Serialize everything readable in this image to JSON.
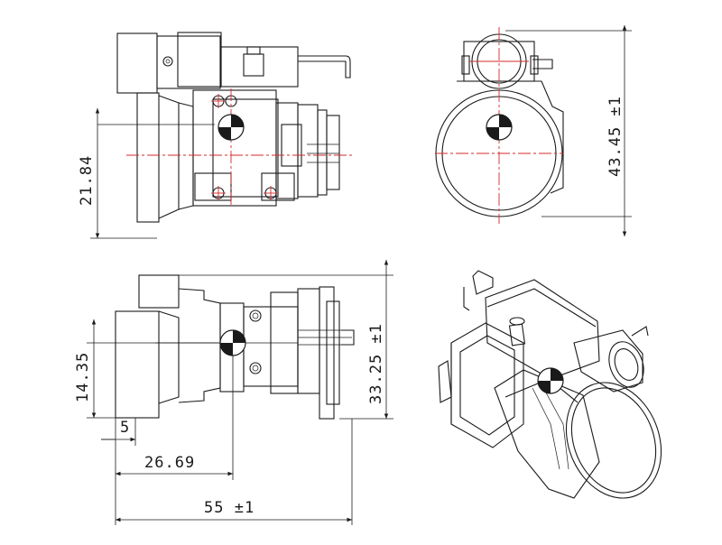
{
  "dimensions": {
    "top_left_height": "21.84",
    "top_right_height": "43.45 ±1",
    "bottom_left_height": "14.35",
    "bottom_mid_height": "33.25 ±1",
    "offset_small": "5",
    "offset_mid": "26.69",
    "overall_length": "55 ±1"
  },
  "colors": {
    "line": "#1a1a1a",
    "centerline": "#d42a2a"
  }
}
